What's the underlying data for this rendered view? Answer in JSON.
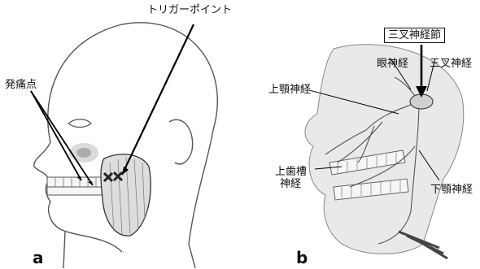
{
  "panel_a": {
    "letter": "a",
    "label_tender_point": "発痛点",
    "label_trigger_point": "トリガーポイント"
  },
  "panel_b": {
    "letter": "b",
    "label_trigeminal_ganglion": "三叉神経節",
    "label_ophthalmic": "眼神経",
    "label_trigeminal": "三叉神経",
    "label_maxillary": "上顎神経",
    "label_superior_alveolar_line1": "上歯槽",
    "label_superior_alveolar_line2": "神経",
    "label_mandibular": "下顎神経"
  }
}
